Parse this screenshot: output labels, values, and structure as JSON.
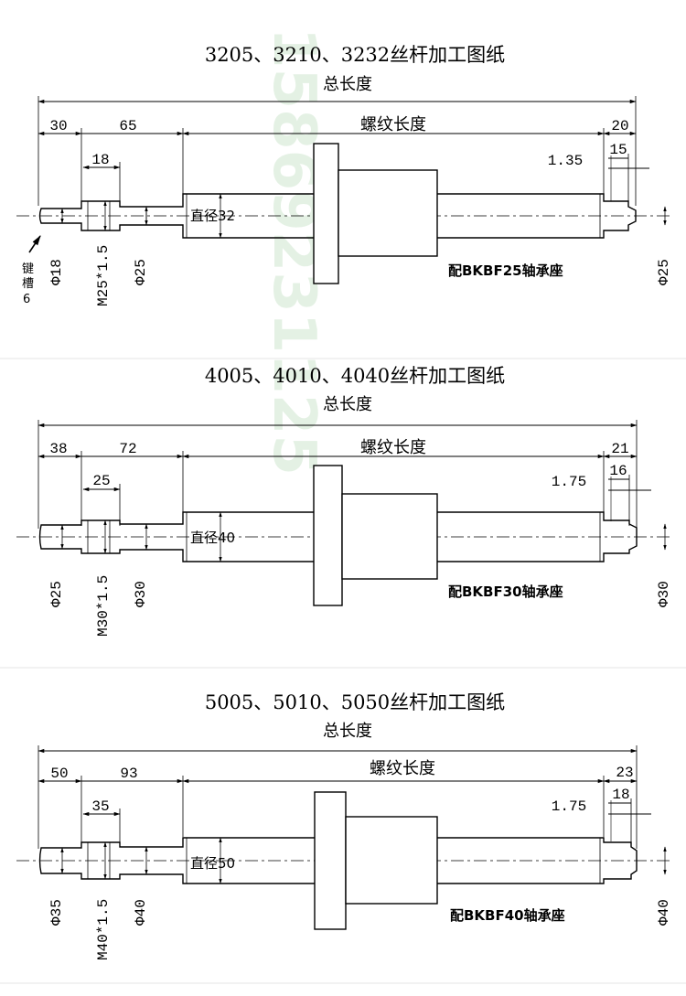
{
  "watermark": {
    "text": "15869231125"
  },
  "drawings": [
    {
      "title": "3205、3210、3232丝杆加工图纸",
      "total_label": "总长度",
      "thread_label": "螺纹长度",
      "dim_30": "30",
      "dim_65": "65",
      "dim_18": "18",
      "dim_20": "20",
      "dim_15": "15",
      "dim_step": "1.35",
      "dia_label": "直径32",
      "phi_left": "Φ18",
      "thread_spec": "M25*1.5",
      "phi_mid": "Φ25",
      "phi_right": "Φ25",
      "bearing": "配BKBF25轴承座",
      "keyway": [
        "键",
        "槽",
        "6"
      ]
    },
    {
      "title": "4005、4010、4040丝杆加工图纸",
      "total_label": "总长度",
      "thread_label": "螺纹长度",
      "dim_30": "38",
      "dim_65": "72",
      "dim_18": "25",
      "dim_20": "21",
      "dim_15": "16",
      "dim_step": "1.75",
      "dia_label": "直径40",
      "phi_left": "Φ25",
      "thread_spec": "M30*1.5",
      "phi_mid": "Φ30",
      "phi_right": "Φ30",
      "bearing": "配BKBF30轴承座"
    },
    {
      "title": "5005、5010、5050丝杆加工图纸",
      "total_label": "总长度",
      "thread_label": "螺纹长度",
      "dim_30": "50",
      "dim_65": "93",
      "dim_18": "35",
      "dim_20": "23",
      "dim_15": "18",
      "dim_step": "1.75",
      "dia_label": "直径50",
      "phi_left": "Φ35",
      "thread_spec": "M40*1.5",
      "phi_mid": "Φ40",
      "phi_right": "Φ40",
      "bearing": "配BKBF40轴承座"
    }
  ]
}
